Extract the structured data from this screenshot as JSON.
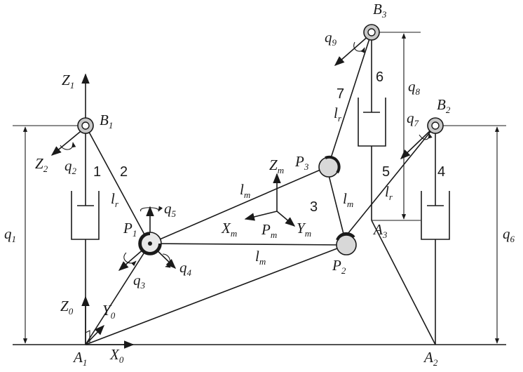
{
  "labels": {
    "B1": {
      "base": "B",
      "sub": "1"
    },
    "B2": {
      "base": "B",
      "sub": "2"
    },
    "B3": {
      "base": "B",
      "sub": "3"
    },
    "A1": {
      "base": "A",
      "sub": "1"
    },
    "A2": {
      "base": "A",
      "sub": "2"
    },
    "A3": {
      "base": "A",
      "sub": "3"
    },
    "P1": {
      "base": "P",
      "sub": "1"
    },
    "P2": {
      "base": "P",
      "sub": "2"
    },
    "P3": {
      "base": "P",
      "sub": "3"
    },
    "Pm": {
      "base": "P",
      "sub": "m"
    },
    "Z1": {
      "base": "Z",
      "sub": "1"
    },
    "Z2": {
      "base": "Z",
      "sub": "2"
    },
    "Z0": {
      "base": "Z",
      "sub": "0"
    },
    "Y0": {
      "base": "Y",
      "sub": "0"
    },
    "X0": {
      "base": "X",
      "sub": "0"
    },
    "Zm": {
      "base": "Z",
      "sub": "m"
    },
    "Xm": {
      "base": "X",
      "sub": "m"
    },
    "Ym": {
      "base": "Y",
      "sub": "m"
    },
    "q1": {
      "base": "q",
      "sub": "1"
    },
    "q2": {
      "base": "q",
      "sub": "2"
    },
    "q3": {
      "base": "q",
      "sub": "3"
    },
    "q4": {
      "base": "q",
      "sub": "4"
    },
    "q5": {
      "base": "q",
      "sub": "5"
    },
    "q6": {
      "base": "q",
      "sub": "6"
    },
    "q7": {
      "base": "q",
      "sub": "7"
    },
    "q8": {
      "base": "q",
      "sub": "8"
    },
    "q9": {
      "base": "q",
      "sub": "9"
    },
    "lr_left": {
      "base": "l",
      "sub": "r"
    },
    "lr_right": {
      "base": "l",
      "sub": "r"
    },
    "lr_top": {
      "base": "l",
      "sub": "r"
    },
    "lm_top": {
      "base": "l",
      "sub": "m"
    },
    "lm_mid": {
      "base": "l",
      "sub": "m"
    },
    "lm_right": {
      "base": "l",
      "sub": "m"
    }
  },
  "link_numbers": [
    "1",
    "2",
    "3",
    "4",
    "5",
    "6",
    "7"
  ]
}
